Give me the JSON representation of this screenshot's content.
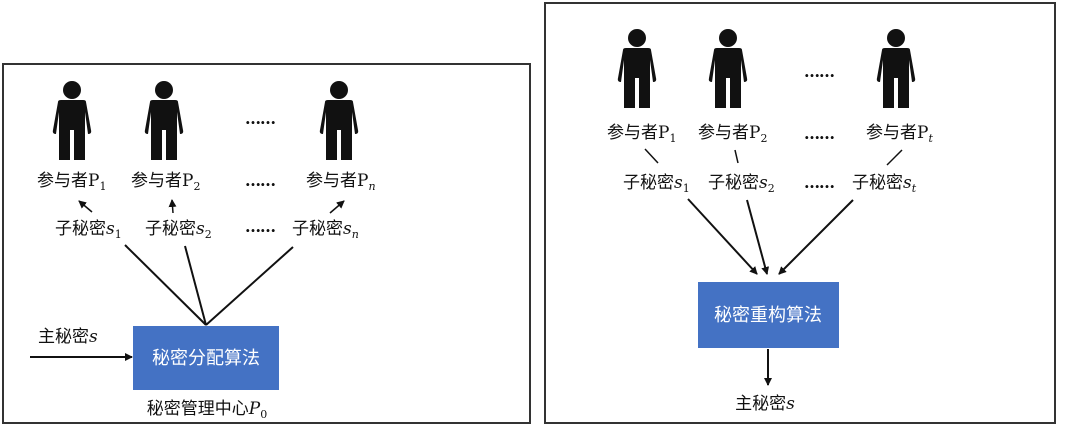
{
  "colors": {
    "box_fill": "#4472C4",
    "line": "#111111",
    "frame": "#333333"
  },
  "left_panel": {
    "participants": [
      {
        "name": "参与者P",
        "sub": "1"
      },
      {
        "name": "参与者P",
        "sub": "2"
      },
      {
        "name": "参与者P",
        "sub": "n"
      }
    ],
    "subsecrets": [
      {
        "name": "子秘密",
        "var": "s",
        "sub": "1"
      },
      {
        "name": "子秘密",
        "var": "s",
        "sub": "2"
      },
      {
        "name": "子秘密",
        "var": "s",
        "sub": "n"
      }
    ],
    "ellipsis": "……",
    "master_secret": {
      "name": "主秘密",
      "var": "s"
    },
    "algorithm": "秘密分配算法",
    "center": {
      "name": "秘密管理中心",
      "var": "P",
      "sub": "0"
    },
    "icons": [
      "person-icon",
      "person-icon",
      "person-icon"
    ]
  },
  "right_panel": {
    "participants": [
      {
        "name": "参与者P",
        "sub": "1"
      },
      {
        "name": "参与者P",
        "sub": "2"
      },
      {
        "name": "参与者P",
        "sub": "t"
      }
    ],
    "subsecrets": [
      {
        "name": "子秘密",
        "var": "s",
        "sub": "1"
      },
      {
        "name": "子秘密",
        "var": "s",
        "sub": "2"
      },
      {
        "name": "子秘密",
        "var": "s",
        "sub": "t"
      }
    ],
    "ellipsis": "……",
    "algorithm": "秘密重构算法",
    "master_secret": {
      "name": "主秘密",
      "var": "s"
    },
    "icons": [
      "person-icon",
      "person-icon",
      "person-icon"
    ]
  }
}
